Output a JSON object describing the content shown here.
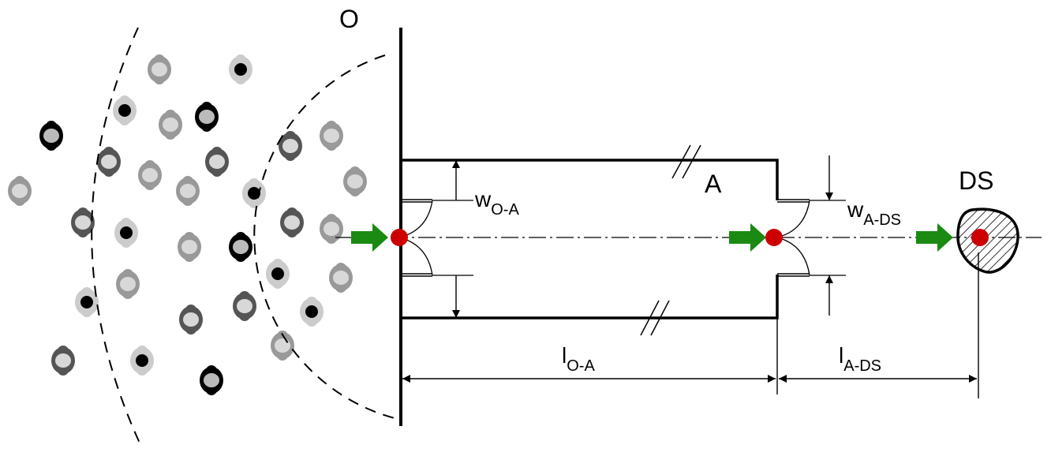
{
  "labels": {
    "origin": "O",
    "intermediate": "A",
    "destination": "DS",
    "width_o_a_main": "w",
    "width_o_a_sub": "O-A",
    "width_a_ds_main": "w",
    "width_a_ds_sub": "A-DS",
    "length_o_a_main": "l",
    "length_o_a_sub": "O-A",
    "length_a_ds_main": "l",
    "length_a_ds_sub": "A-DS"
  },
  "colors": {
    "flow_arrow": "#1a8a12",
    "node_dot": "#cc0000",
    "line": "#000000"
  },
  "crowd_shades": [
    "#000000",
    "#555555",
    "#999999",
    "#cccccc"
  ]
}
